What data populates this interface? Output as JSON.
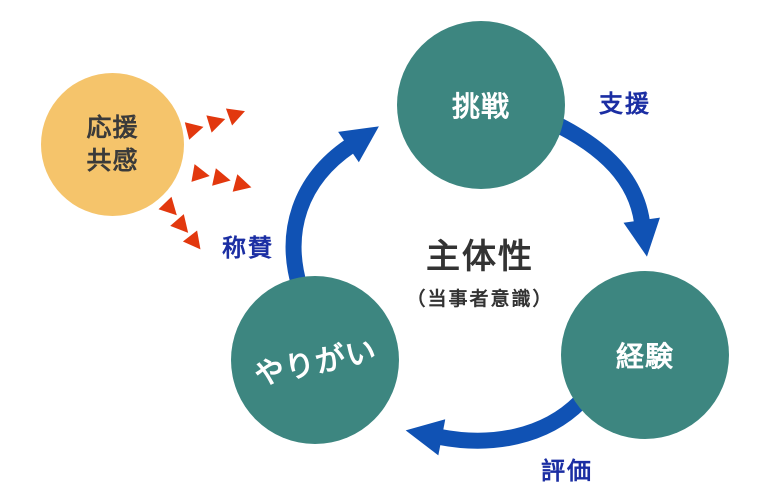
{
  "diagram": {
    "center": {
      "title": "主体性",
      "subtitle": "（当事者意識）"
    },
    "cycle_nodes": [
      {
        "id": "challenge",
        "label": "挑戦"
      },
      {
        "id": "experience",
        "label": "経験"
      },
      {
        "id": "fulfillment",
        "label": "やりがい"
      }
    ],
    "edge_labels": [
      {
        "id": "support",
        "label": "支援",
        "between": "challenge→experience"
      },
      {
        "id": "evaluation",
        "label": "評価",
        "between": "experience→fulfillment"
      },
      {
        "id": "praise",
        "label": "称賛",
        "between": "fulfillment→challenge"
      }
    ],
    "external_circle": {
      "line1": "応援",
      "line2": "共感"
    }
  },
  "colors": {
    "node_fill": "#3D8680",
    "node_text": "#ffffff",
    "outer_circle_fill": "#F5C46B",
    "outer_circle_text": "#3a3a3a",
    "arrow": "#1052B4",
    "edge_label_text": "#1B2EA3",
    "spark": "#E2380E",
    "center_text": "#333333",
    "background": "#ffffff"
  },
  "icons": {
    "spark": "triangle-right-icon",
    "arrow": "curved-cycle-arrow"
  }
}
